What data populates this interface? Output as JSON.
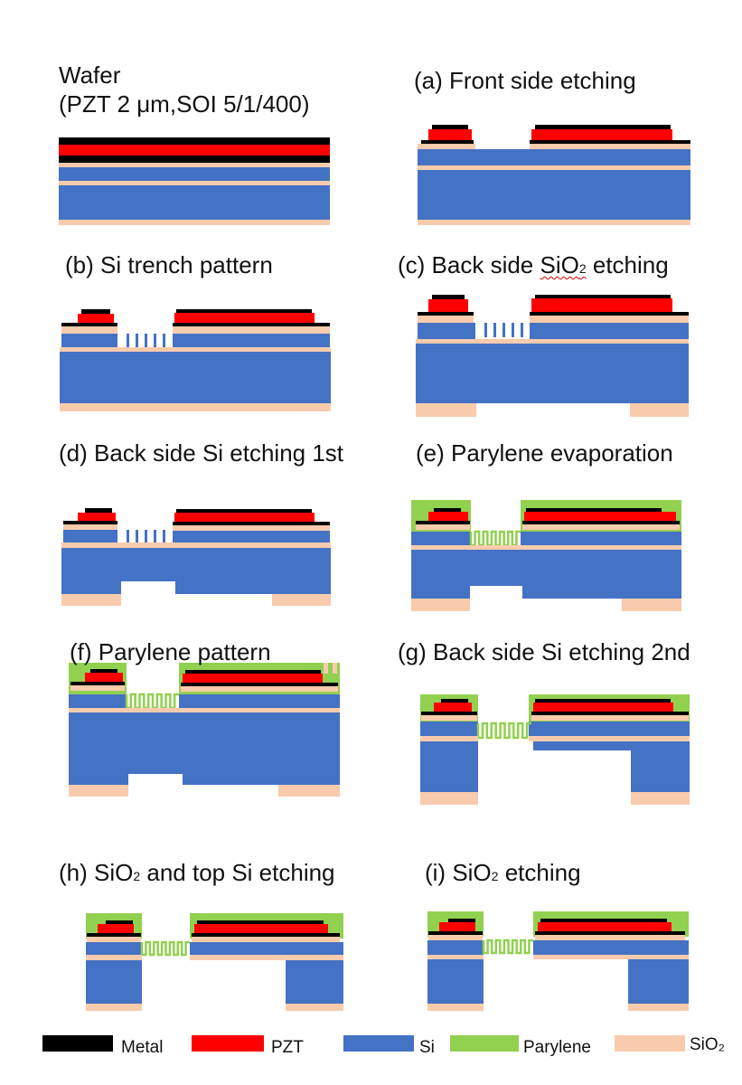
{
  "colors": {
    "metal": "#000000",
    "pzt": "#ff0000",
    "si": "#4472c4",
    "parylene": "#92d050",
    "sio2": "#f8cbad"
  },
  "wafer": {
    "title_line1": "Wafer",
    "title_line2": "(PZT 2 μm,SOI 5/1/400)"
  },
  "steps": {
    "a": "(a)  Front side  etching",
    "b": "(b) Si trench pattern",
    "c_prefix": "(c) Back side ",
    "c_si": "SiO",
    "c_sub": "2",
    "c_suffix": " etching",
    "d": "(d) Back side Si etching 1st",
    "e": "(e) Parylene evaporation",
    "f": "(f) Parylene pattern",
    "g": "(g) Back side Si etching 2nd",
    "h_prefix": "(h) SiO",
    "h_sub": "2",
    "h_suffix": " and top Si etching",
    "i_prefix": "(i) SiO",
    "i_sub": "2",
    "i_suffix": " etching"
  },
  "legend": {
    "metal": "Metal",
    "pzt": "PZT",
    "si": "Si",
    "parylene": "Parylene",
    "sio2": "SiO₂"
  }
}
